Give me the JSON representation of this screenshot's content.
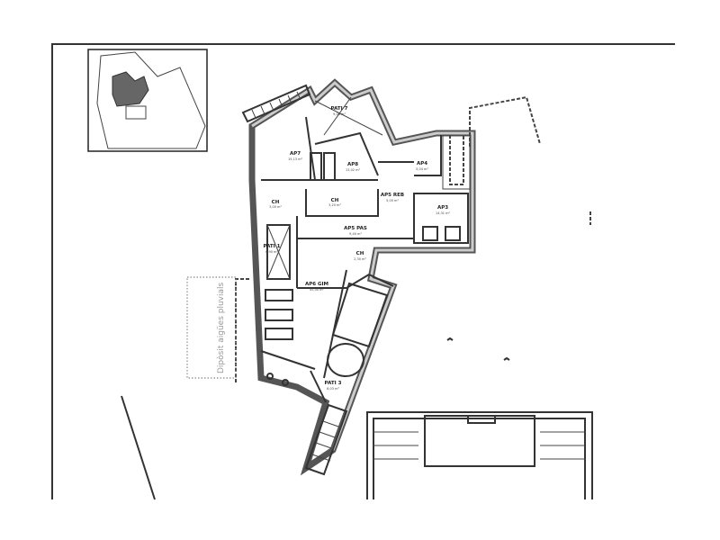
{
  "plan": {
    "rooms": [
      {
        "id": "pati7",
        "name": "PATI 7",
        "area": "9,06 m²"
      },
      {
        "id": "ap7",
        "name": "AP7",
        "area": "15,13 m²"
      },
      {
        "id": "ap8",
        "name": "AP8",
        "area": "13,02 m²"
      },
      {
        "id": "ap4",
        "name": "AP4",
        "area": "5,04 m²"
      },
      {
        "id": "ch1",
        "name": "CH",
        "area": "3,00 m²"
      },
      {
        "id": "ch2",
        "name": "CH",
        "area": "3,20 m²"
      },
      {
        "id": "ap5reb",
        "name": "AP5 REB",
        "area": "5,05 m²"
      },
      {
        "id": "ap3",
        "name": "AP3",
        "area": "14,31 m²"
      },
      {
        "id": "ap5pas",
        "name": "AP5 PAS",
        "area": "9,40 m²"
      },
      {
        "id": "pati1",
        "name": "PATI 1",
        "area": "6,90 m²"
      },
      {
        "id": "ch3",
        "name": "CH",
        "area": "2,30 m²"
      },
      {
        "id": "ap6gim",
        "name": "AP6 GIM",
        "area": "45,00 m²"
      },
      {
        "id": "pati3",
        "name": "PATI 3",
        "area": "8,03 m²"
      }
    ],
    "tank_label": "Dipòsit aigües pluvials"
  },
  "colors": {
    "wall": "#555555",
    "line": "#333333",
    "background": "#ffffff"
  }
}
